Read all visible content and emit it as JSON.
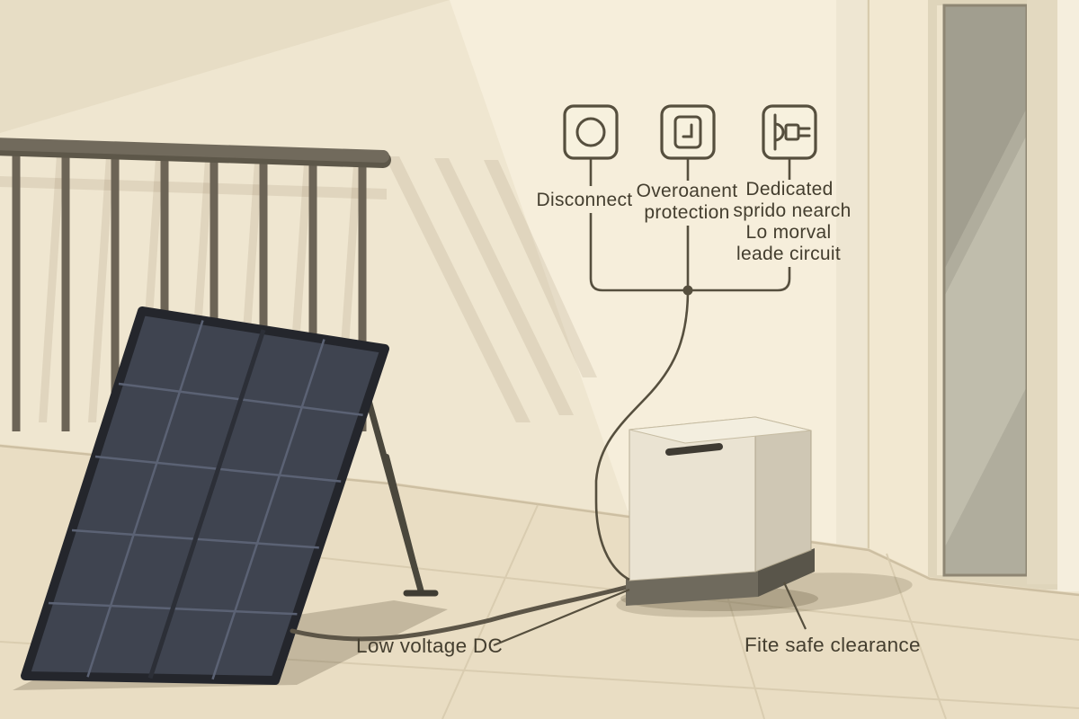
{
  "diagram": {
    "callouts": {
      "disconnect": {
        "label": "Disconnect",
        "icon": "disconnect-switch-icon"
      },
      "overcurrent": {
        "label_line1": "Overoanent",
        "label_line2": "protection",
        "icon": "overcurrent-protection-icon"
      },
      "dedicated": {
        "label_line1": "Dedicated",
        "label_line2": "sprido nearch",
        "label_line3": "Lo morval",
        "label_line4": "leade circuit",
        "icon": "dedicated-circuit-plug-icon"
      }
    },
    "annotations": {
      "low_voltage": "Low voltage DC",
      "fire_clearance": "Fite safe clearance"
    }
  },
  "scene": {
    "objects": [
      "balcony-railing",
      "solar-panel",
      "battery-storage-box",
      "glass-door",
      "dc-cable"
    ],
    "colors": {
      "wall": "#efe6d0",
      "wall_light": "#f6eedb",
      "wall_shaded": "#e7ddc5",
      "floor": "#e9ddc3",
      "panel_cell": "#3f4450",
      "panel_frame": "#24262c",
      "railing": "#6c6456",
      "ink_line": "#564f3e",
      "battery_front": "#eae3d2",
      "battery_side": "#cfc7b4",
      "battery_base": "#6f6a5d",
      "door_glass": "#b0ad9d",
      "text": "#443e2f"
    }
  }
}
